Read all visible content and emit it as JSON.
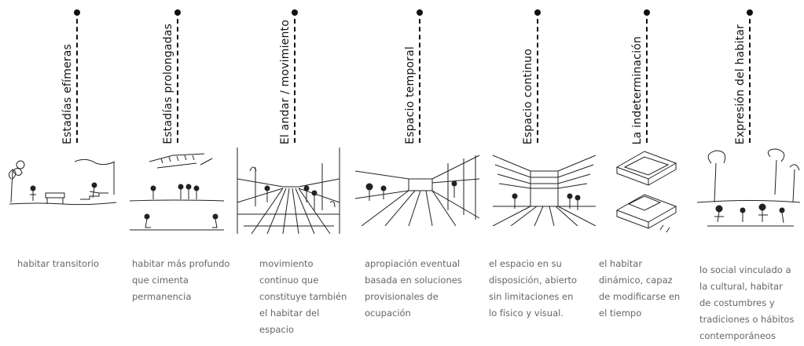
{
  "columns": [
    {
      "title": "Estadías efímeras",
      "description": "habitar transitorio"
    },
    {
      "title": "Estadías prolongadas",
      "description": "habitar más profundo\nque cimenta\npermanencia"
    },
    {
      "title": "El andar / movimiento",
      "description": "movimiento\ncontinuo que\nconstituye también\nel habitar del\nespacio"
    },
    {
      "title": "Espacio temporal",
      "description": "apropiación eventual\nbasada en soluciones\nprovisionales de\nocupación"
    },
    {
      "title": "Espacio continuo",
      "description": "el espacio en su\ndisposición, abierto\nsin limitaciones en\nlo físico y visual."
    },
    {
      "title": "La indeterminación",
      "description": "el habitar\ndinámico, capaz\nde modificarse en\nel tiempo"
    },
    {
      "title": "Expresión del habitar",
      "description": "lo social vinculado a\nla cultural,  habitar\nde costumbres y\ntradiciones o hábitos\ncontemporáneos"
    }
  ]
}
